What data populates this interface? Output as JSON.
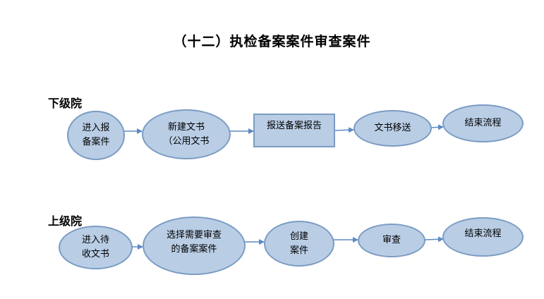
{
  "title": "（十二）执检备案案件审查案件",
  "lower": {
    "label": "下级院",
    "nodes": [
      "进入报\n备案件",
      "新建文书\n（公用文书",
      "报送备案报告",
      "文书移送",
      "结束流程"
    ]
  },
  "upper": {
    "label": "上级院",
    "nodes": [
      "进入待\n收文书",
      "选择需要审查\n的备案案件",
      "创建\n案件",
      "审查",
      "结束流程"
    ]
  },
  "colors": {
    "fill": "#b9cde5",
    "stroke": "#7b9cc3",
    "arrow": "#5b8ac4"
  }
}
